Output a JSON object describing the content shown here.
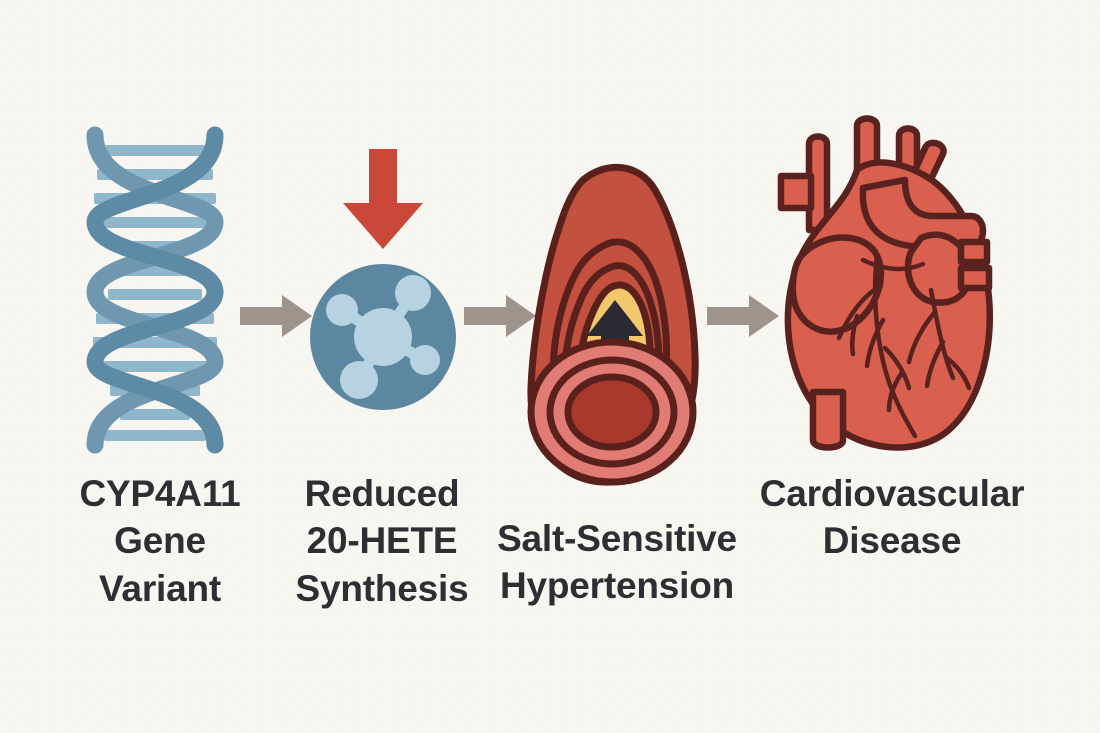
{
  "figure": {
    "title": "CYP4A11 gene variant to cardiovascular disease pathway",
    "background_color": "#f8f6f0",
    "text_color": "#2e2e33"
  },
  "palette": {
    "dna_strand": "#6f97b0",
    "dna_strand_dark": "#5d8aa4",
    "dna_rung": "#8fb6cb",
    "molecule_circle": "#5b87a0",
    "molecule_node": "#b7d2e0",
    "down_arrow_red": "#c9483a",
    "vessel_wall": "#c4503f",
    "vessel_outline": "#5a211c",
    "vessel_ring_pink": "#e07c74",
    "vessel_lumen": "#a8392c",
    "vessel_channel_yellow": "#f3c76c",
    "up_arrow_dark": "#2b2a33",
    "heart_fill": "#d9604f",
    "heart_outline": "#5a221e",
    "connector_arrow": "#9e948c"
  },
  "stages": [
    {
      "id": "dna",
      "icon": "dna-double-helix-icon",
      "label": "CYP4A11\nGene\nVariant",
      "label_lines": [
        "CYP4A11",
        "Gene",
        "Variant"
      ]
    },
    {
      "id": "molecule",
      "icon": "molecule-icon",
      "overlay_icon": "red-down-arrow-icon",
      "label": "Reduced\n20-HETE\nSynthesis",
      "label_lines": [
        "Reduced",
        "20-HETE",
        "Synthesis"
      ]
    },
    {
      "id": "vessel",
      "icon": "blood-vessel-cross-section-icon",
      "overlay_icon": "black-up-arrow-icon",
      "label": "Salt-Sensitive\nHypertension",
      "label_lines": [
        "Salt-Sensitive",
        "Hypertension"
      ]
    },
    {
      "id": "heart",
      "icon": "anatomical-heart-icon",
      "label": "Cardiovascular\nDisease",
      "label_lines": [
        "Cardiovascular",
        "Disease"
      ]
    }
  ],
  "connectors": [
    {
      "id": "connector-1",
      "icon": "right-arrow-icon",
      "from": "dna",
      "to": "molecule"
    },
    {
      "id": "connector-2",
      "icon": "right-arrow-icon",
      "from": "molecule",
      "to": "vessel"
    },
    {
      "id": "connector-3",
      "icon": "right-arrow-icon",
      "from": "vessel",
      "to": "heart"
    }
  ]
}
